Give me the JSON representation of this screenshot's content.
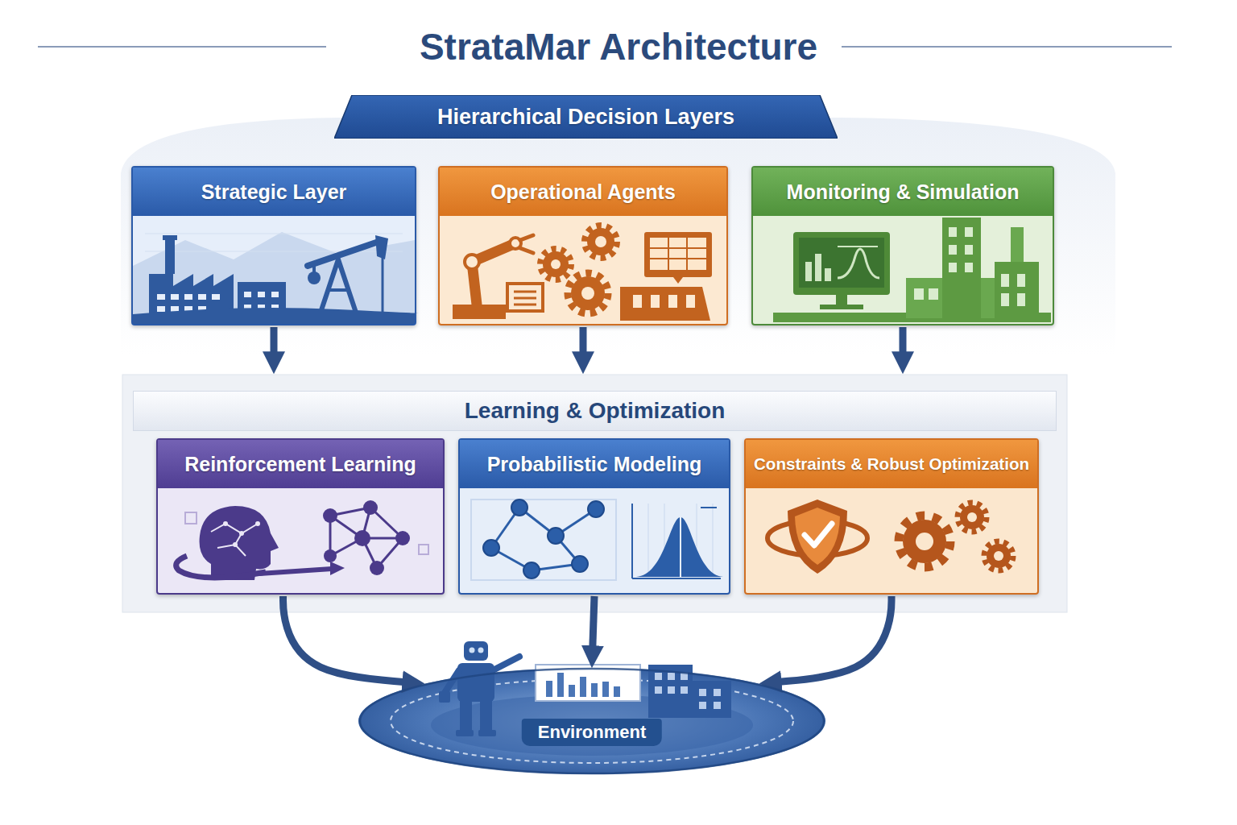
{
  "diagram": {
    "title": "StrataMar Architecture",
    "nodes": [
      {
        "text": [
          "Hierarchical Decision Layers"
        ]
      },
      {
        "text": [
          "Strategic Layer"
        ]
      },
      {
        "text": [
          "Operational Agents"
        ]
      },
      {
        "text": [
          "Monitoring & Simulation"
        ]
      },
      {
        "text": [
          "Learning & Optimization"
        ]
      },
      {
        "text": [
          "Reinforcement Learning"
        ],
        "in": 4
      },
      {
        "text": [
          "Probabilistic Modeling"
        ],
        "in": 4
      },
      {
        "text": [
          "Constraints & Robust Optimization"
        ],
        "in": 4
      },
      {
        "text": [
          "Environment"
        ]
      }
    ],
    "edges": [
      {
        "from": 1,
        "to": 4,
        "arrow": "to"
      },
      {
        "from": 2,
        "to": 4,
        "arrow": "to"
      },
      {
        "from": 3,
        "to": 4,
        "arrow": "to"
      },
      {
        "from": 5,
        "to": 8,
        "arrow": "to"
      },
      {
        "from": 6,
        "to": 8,
        "arrow": "to"
      },
      {
        "from": 7,
        "to": 8,
        "arrow": "to"
      }
    ]
  }
}
